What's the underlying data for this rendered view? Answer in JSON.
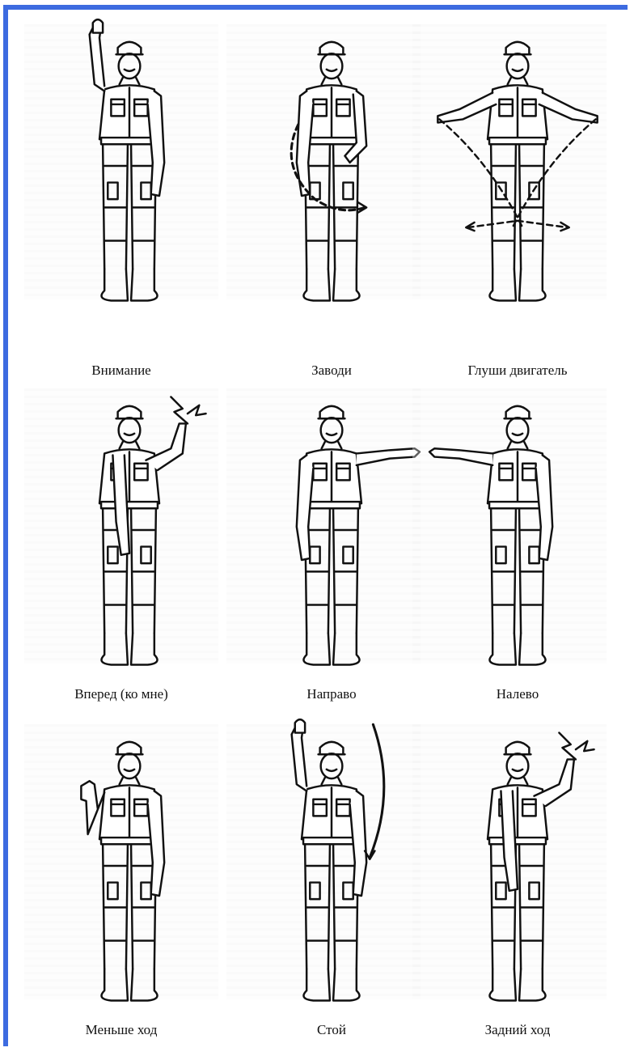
{
  "signals": [
    {
      "label": "Внимание",
      "pose": "arm-up"
    },
    {
      "label": "Заводи",
      "pose": "circle-arm"
    },
    {
      "label": "Глуши двигатель",
      "pose": "arms-cross"
    },
    {
      "label": "Вперед (ко мне)",
      "pose": "beckon-side"
    },
    {
      "label": "Направо",
      "pose": "arm-right"
    },
    {
      "label": "Налево",
      "pose": "arm-left"
    },
    {
      "label": "Меньше ход",
      "pose": "palm-forward"
    },
    {
      "label": "Стой",
      "pose": "arm-up-arc"
    },
    {
      "label": "Задний ход",
      "pose": "push-side"
    }
  ],
  "colors": {
    "frame": "#3d6be0",
    "ink": "#111111"
  }
}
